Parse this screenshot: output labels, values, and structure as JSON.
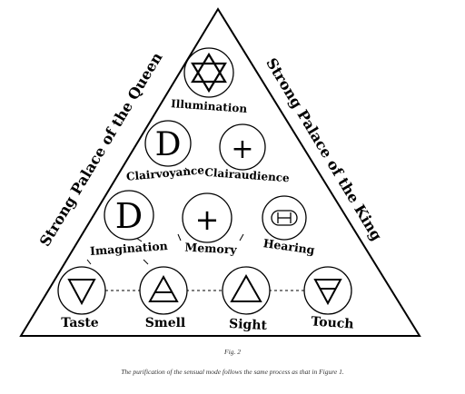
{
  "diagram": {
    "side_left": "Strong Palace of the Queen",
    "side_right": "Strong Palace of the King",
    "nodes": {
      "illumination": {
        "label": "Illumination",
        "symbol": "hexagram-icon"
      },
      "clairvoyance": {
        "label": "Clairvoyance",
        "symbol": "D"
      },
      "clairaudience": {
        "label": "Clairaudience",
        "symbol": "+"
      },
      "imagination": {
        "label": "Imagination",
        "symbol": "D"
      },
      "memory": {
        "label": "Memory",
        "symbol": "+"
      },
      "hearing": {
        "label": "Hearing",
        "symbol": "air-rectangle-icon"
      },
      "taste": {
        "label": "Taste",
        "symbol": "water-triangle-icon"
      },
      "smell": {
        "label": "Smell",
        "symbol": "air-triangle-icon"
      },
      "sight": {
        "label": "Sight",
        "symbol": "fire-triangle-icon"
      },
      "touch": {
        "label": "Touch",
        "symbol": "earth-triangle-icon"
      }
    }
  },
  "caption": {
    "figure": "Fig. 2",
    "text": "The purification of the sensual mode follows the same process as that in Figure 1."
  }
}
